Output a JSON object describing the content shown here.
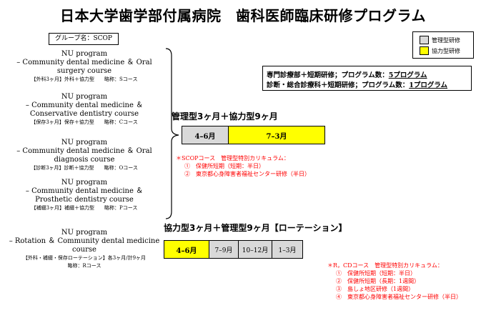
{
  "header": {
    "title": "日本大学歯学部付属病院　歯科医師臨床研修プログラム"
  },
  "group": {
    "label": "グループ名：SCOP"
  },
  "legend": {
    "items": [
      {
        "label": "管理型研修",
        "color": "#d9d9d9"
      },
      {
        "label": "協力型研修",
        "color": "#ffff00"
      }
    ]
  },
  "program_info": {
    "line1_prefix": "専門診療部＋短期研修；プログラム数：",
    "line1_value": "5プログラム",
    "line2_prefix": "診断・総合診療科＋短期研修；プログラム数：",
    "line2_value": "1プログラム"
  },
  "courses": [
    {
      "l1": "NU program",
      "l2": "– Community dental medicine ＆ Oral",
      "l3": "surgery course",
      "detail": "【外科3ヶ月】外科＋協力型　　略称：Sコース"
    },
    {
      "l1": "NU program",
      "l2": "– Community dental medicine ＆",
      "l3": "Conservative dentistry course",
      "detail": "【保存3ヶ月】保存＋協力型　　略称：Cコース"
    },
    {
      "l1": "NU program",
      "l2": "– Community dental medicine ＆ Oral",
      "l3": "diagnosis course",
      "detail": "【診断3ヶ月】診断＋協力型　　略称：Oコース"
    },
    {
      "l1": "NU program",
      "l2": "– Community dental medicine ＆",
      "l3": "Prosthetic dentistry course",
      "detail": "【補綴3ヶ月】補綴＋協力型　　略称：Pコース"
    },
    {
      "l1": "NU program",
      "l2": "– Rotation ＆ Community dental medicine",
      "l3": "course",
      "detail": "【外科・補綴・保存ローテーション】各3ヶ月/計9ヶ月",
      "detail2": "略称：Rコース"
    }
  ],
  "schedule1": {
    "heading": "管理型3ヶ月＋協力型9ヶ月",
    "cells": [
      {
        "label": "4–6月",
        "color": "#d9d9d9"
      },
      {
        "label": "7–3月",
        "color": "#ffff00"
      }
    ],
    "notes": [
      "＊SCOPコース　管理型特別カリキュラム：",
      "①　保健所短期（短期：半日）",
      "②　東京都心身障害者福祉センター研修（半日）"
    ]
  },
  "schedule2": {
    "heading": "協力型3ヶ月＋管理型9ヶ月【ローテーション】",
    "cells": [
      {
        "label": "4–6月",
        "color": "#ffff00"
      },
      {
        "label": "7–9月",
        "color": "#d9d9d9"
      },
      {
        "label": "10–12月",
        "color": "#d9d9d9"
      },
      {
        "label": "1–3月",
        "color": "#d9d9d9"
      }
    ],
    "notes": [
      "＊R，CDコース　管理型特別カリキュラム：",
      "①　保健所短期（短期：半日）",
      "②　保健所短期（長期：1週間）",
      "③　島しょ地区研修（1週間）",
      "④　東京都心身障害者福祉センター研修（半日）"
    ]
  }
}
